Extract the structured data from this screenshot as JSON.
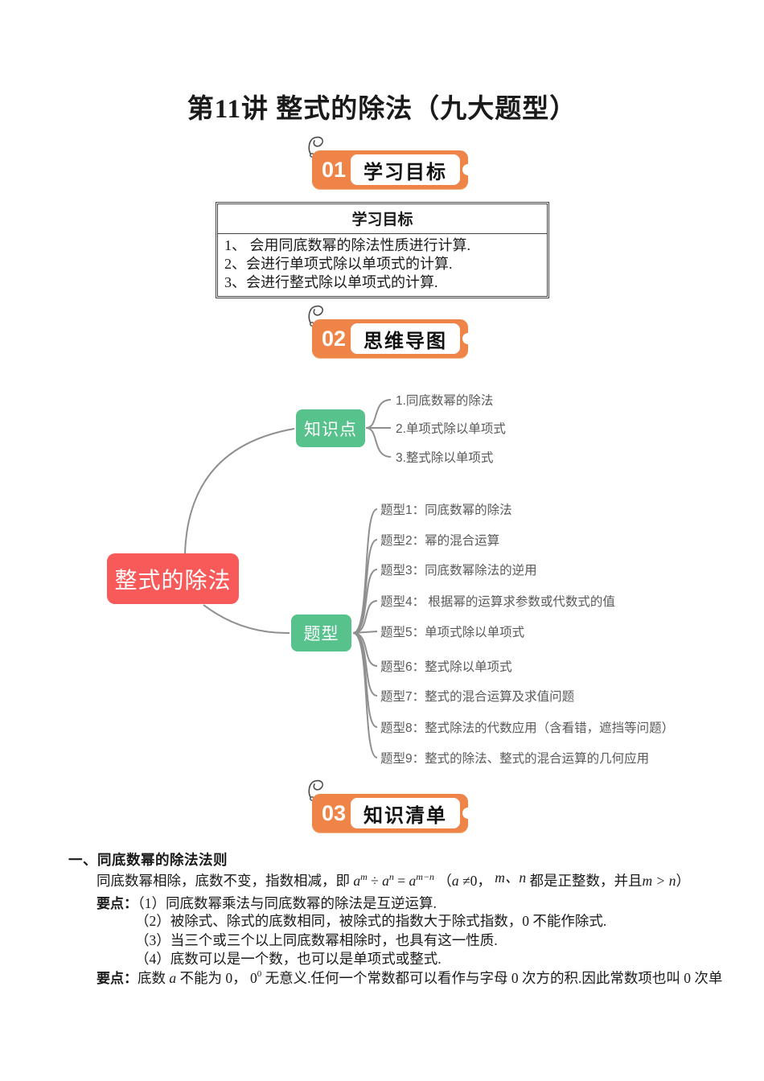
{
  "page": {
    "title": "第11讲 整式的除法（九大题型）"
  },
  "badges": [
    {
      "number": "01",
      "label": "学习目标"
    },
    {
      "number": "02",
      "label": "思维导图"
    },
    {
      "number": "03",
      "label": "知识清单"
    }
  ],
  "objectives_table": {
    "header": "学习目标",
    "rows": [
      "1、 会用同底数幂的除法性质进行计算.",
      "2、会进行单项式除以单项式的计算.",
      "3、会进行整式除以单项式的计算."
    ]
  },
  "mindmap": {
    "root": "整式的除法",
    "branch_knowledge": {
      "label": "知识点",
      "items": [
        "1.同底数幂的除法",
        "2.单项式除以单项式",
        "3.整式除以单项式"
      ]
    },
    "branch_types": {
      "label": "题型",
      "items": [
        "题型1：同底数幂的除法",
        "题型2：幂的混合运算",
        "题型3：同底数幂除法的逆用",
        "题型4： 根据幂的运算求参数或代数式的值",
        "题型5：单项式除以单项式",
        "题型6：整式除以单项式",
        "题型7：整式的混合运算及求值问题",
        "题型8：整式除法的代数应用（含看错，遮挡等问题）",
        "题型9：整式的除法、整式的混合运算的几何应用"
      ]
    },
    "colors": {
      "root_bg": "#f85a5a",
      "branch_bg": "#57c28b",
      "connector": "#8f8f8f",
      "item_text": "#595959"
    }
  },
  "knowledge_section": {
    "heading": "一、同底数幂的除法法则",
    "intro": {
      "prefix": "同底数幂相除，底数不变，指数相减，即 ",
      "f_base1": "a",
      "f_exp1": "m",
      "f_op": " ÷ ",
      "f_base2": "a",
      "f_exp2": "n",
      "f_eq": " = ",
      "f_base3": "a",
      "f_exp3": "m−n",
      "p_open": " （",
      "p_a": "a",
      "p_ne": " ≠0， ",
      "p_mn": "m、n",
      "p_text": " 都是正整数，并且",
      "p_cmp": "m > n",
      "p_close": "）"
    },
    "points_label": "要点：",
    "points": [
      "（1）同底数幂乘法与同底数幂的除法是互逆运算.",
      "（2）被除式、除式的底数相同，被除式的指数大于除式指数，0 不能作除式.",
      "（3）当三个或三个以上同底数幂相除时，也具有这一性质.",
      "（4）底数可以是一个数，也可以是单项式或整式."
    ],
    "note_label": "要点：",
    "note": {
      "t1": "底数 ",
      "a": "a",
      "t2": " 不能为 0， ",
      "zero_base": "0",
      "zero_exp": "0",
      "t3": " 无意义.任何一个常数都可以看作与字母 0 次方的积.因此常数项也叫 0 次单"
    },
    "colors": {
      "badge_orange": "#ee8448",
      "badge_orange_light": "#f6b183"
    }
  }
}
